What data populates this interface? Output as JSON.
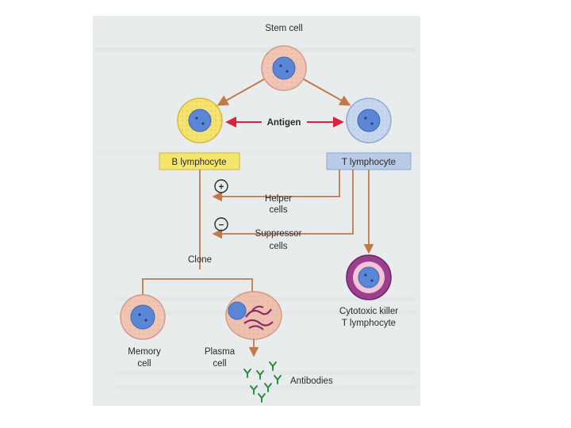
{
  "nodes": {
    "stem_cell": "Stem cell",
    "antigen": "Antigen",
    "b_lymphocyte": "B lymphocyte",
    "t_lymphocyte": "T lymphocyte",
    "helper_line1": "Helper",
    "helper_line2": "cells",
    "suppressor_line1": "Suppressor",
    "suppressor_line2": "cells",
    "clone": "Clone",
    "memory_line1": "Memory",
    "memory_line2": "cell",
    "plasma_line1": "Plasma",
    "plasma_line2": "cell",
    "cytotoxic_line1": "Cytotoxic killer",
    "cytotoxic_line2": "T lymphocyte",
    "antibodies": "Antibodies"
  },
  "signs": {
    "helper": "+",
    "suppressor": "−"
  },
  "colors": {
    "arrow": "#c07a4a",
    "antigen_arrow": "#e0203a",
    "b_box": "#f5e66a",
    "t_box": "#b8cbe8",
    "nucleus": "#5b86d6",
    "cytotoxic": "#9c3f8f",
    "antibody": "#2e8b4a"
  },
  "icons": [
    "plus-circle-icon",
    "minus-circle-icon",
    "antibody-icon"
  ]
}
